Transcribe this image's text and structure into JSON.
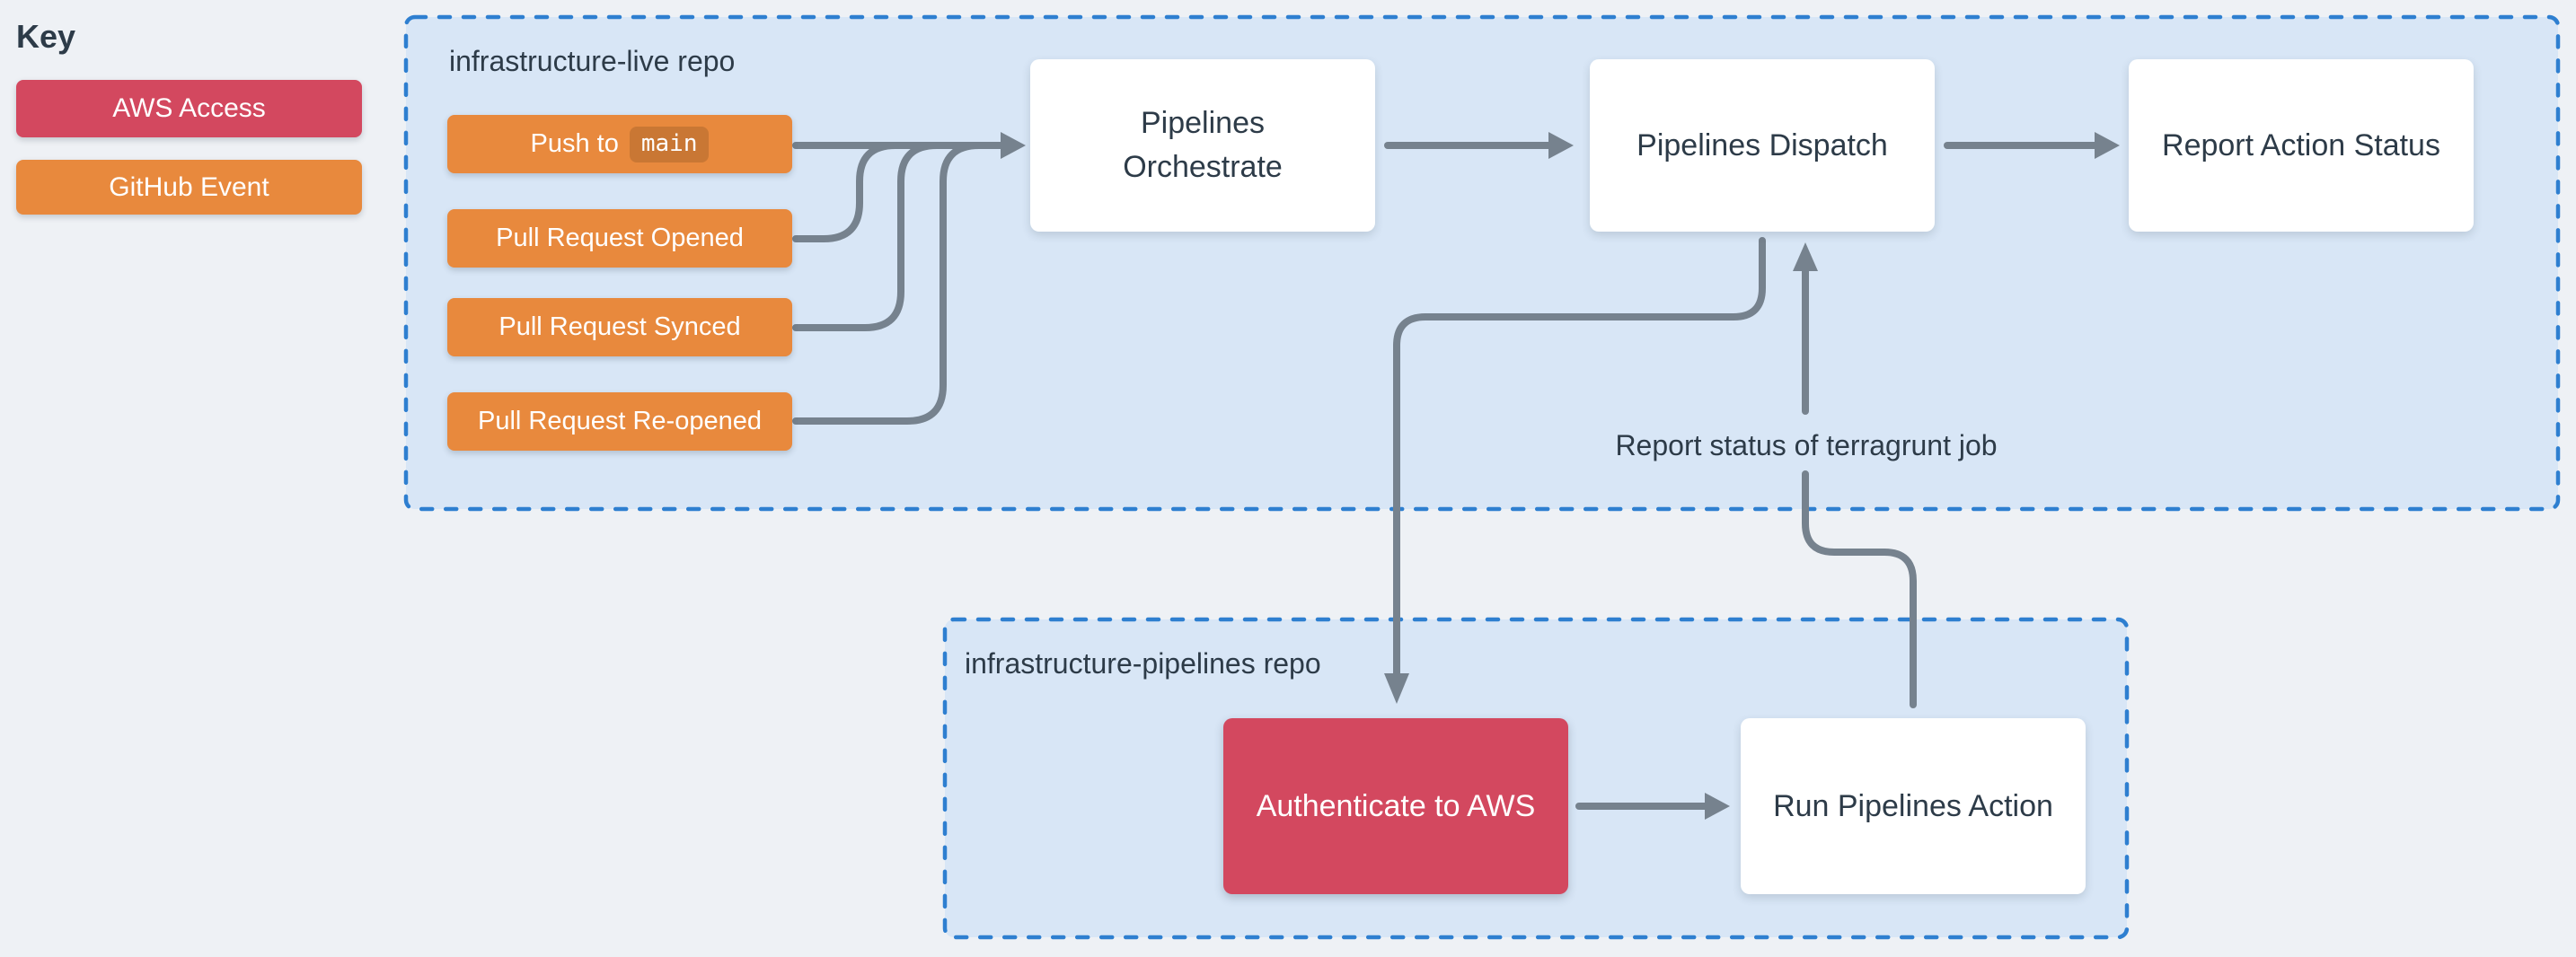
{
  "colors": {
    "page_bg": "#eef1f5",
    "container_bg": "#d8e6f6",
    "container_border": "#2e7fd0",
    "arrow": "#76828e",
    "text_dark": "#2d3b48",
    "node_bg": "#ffffff",
    "aws_access": "#d3485f",
    "github_event": "#e8893d",
    "code_badge_bg": "#c97734"
  },
  "key": {
    "title": "Key",
    "items": [
      {
        "label": "AWS Access",
        "type": "aws-access"
      },
      {
        "label": "GitHub Event",
        "type": "github-event"
      }
    ]
  },
  "containers": {
    "live": {
      "label": "infrastructure-live repo"
    },
    "pipelines": {
      "label": "infrastructure-pipelines repo"
    }
  },
  "nodes": {
    "push_main": {
      "text_before": "Push to",
      "code": "main"
    },
    "pr_opened": {
      "label": "Pull Request Opened"
    },
    "pr_synced": {
      "label": "Pull Request Synced"
    },
    "pr_reopened": {
      "label": "Pull Request Re-opened"
    },
    "orchestrate": {
      "label": "Pipelines\nOrchestrate"
    },
    "dispatch": {
      "label": "Pipelines Dispatch"
    },
    "report_action_status": {
      "label": "Report Action Status"
    },
    "authenticate": {
      "label": "Authenticate to AWS"
    },
    "run_action": {
      "label": "Run Pipelines Action"
    }
  },
  "annotations": {
    "report_status": "Report status of terragrunt job"
  }
}
